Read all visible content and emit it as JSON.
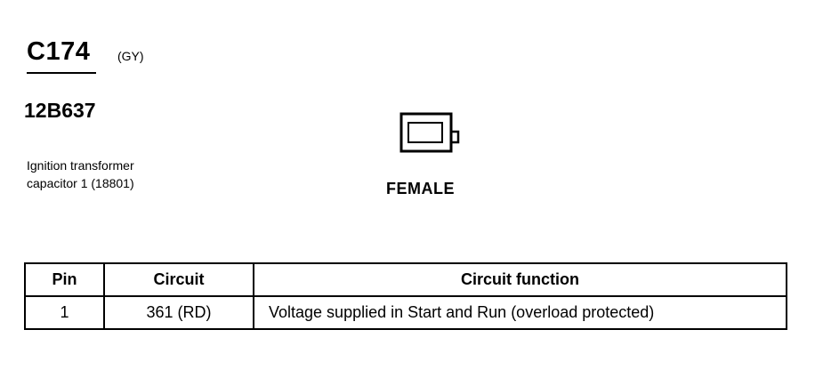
{
  "connector": {
    "id": "C174",
    "color_code": "(GY)",
    "part_number": "12B637",
    "description_lines": [
      "Ignition transformer",
      "capacitor 1 (18801)"
    ],
    "gender": "FEMALE"
  },
  "table": {
    "headers": [
      "Pin",
      "Circuit",
      "Circuit function"
    ],
    "rows": [
      [
        "1",
        "361 (RD)",
        "Voltage supplied in Start and Run (overload protected)"
      ]
    ]
  },
  "icons": {
    "connector_face": "connector-face-icon"
  }
}
